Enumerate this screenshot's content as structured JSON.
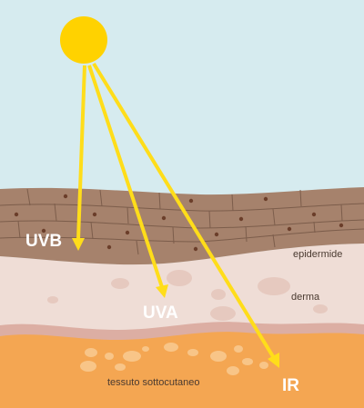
{
  "colors": {
    "sky": "#d6ebef",
    "sun": "#ffd200",
    "ray": "#ffdd1a",
    "epidermis": "#a6826c",
    "epidermis_line": "#7c5d4b",
    "epidermis_dot": "#6b3e2a",
    "dermis": "#efddd6",
    "dermis_spot": "#e6c9bf",
    "membrane": "#dcaea3",
    "subcutaneous": "#f4a652",
    "fat_globule": "#f8c588"
  },
  "rays": [
    {
      "id": "uvb",
      "label": "UVB"
    },
    {
      "id": "uva",
      "label": "UVA"
    },
    {
      "id": "ir",
      "label": "IR"
    }
  ],
  "layers": {
    "epidermis": "epidermide",
    "dermis": "derma",
    "subcutaneous": "tessuto sottocutaneo"
  }
}
